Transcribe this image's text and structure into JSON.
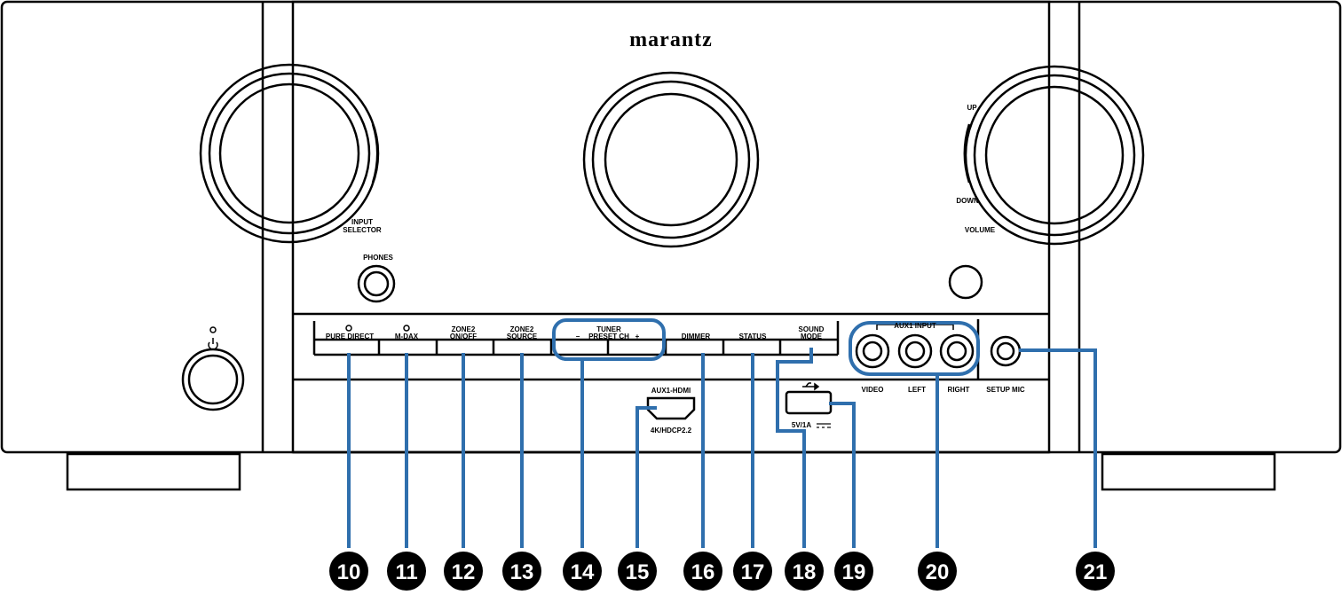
{
  "brand": "marantz",
  "labels": {
    "input_selector_1": "INPUT",
    "input_selector_2": "SELECTOR",
    "phones": "PHONES",
    "up": "UP",
    "down": "DOWN",
    "volume": "VOLUME",
    "pure_direct": "PURE DIRECT",
    "m_dax": "M-DAX",
    "zone2_1": "ZONE2",
    "zone2_onoff": "ON/OFF",
    "zone2_2": "ZONE2",
    "zone2_source": "SOURCE",
    "tuner": "TUNER",
    "preset_minus": "−",
    "preset": "PRESET CH",
    "preset_plus": "+",
    "dimmer": "DIMMER",
    "status": "STATUS",
    "sound_1": "SOUND",
    "sound_2": "MODE",
    "aux1_hdmi": "AUX1-HDMI",
    "hdcp": "4K/HDCP2.2",
    "usb_rating": "5V/1A",
    "aux1_input": "AUX1 INPUT",
    "video": "VIDEO",
    "left": "LEFT",
    "right": "RIGHT",
    "setup_mic": "SETUP MIC"
  },
  "callouts": [
    "10",
    "11",
    "12",
    "13",
    "14",
    "15",
    "16",
    "17",
    "18",
    "19",
    "20",
    "21"
  ],
  "colors": {
    "callout_line": "#2f6fad",
    "callout_badge": "#000000",
    "outline": "#000000"
  }
}
